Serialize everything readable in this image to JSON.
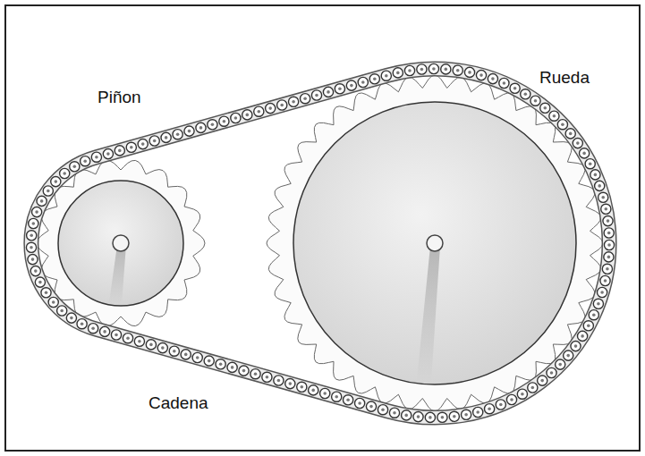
{
  "diagram": {
    "labels": [
      "Piñon",
      "Rueda",
      "Cadena"
    ]
  }
}
